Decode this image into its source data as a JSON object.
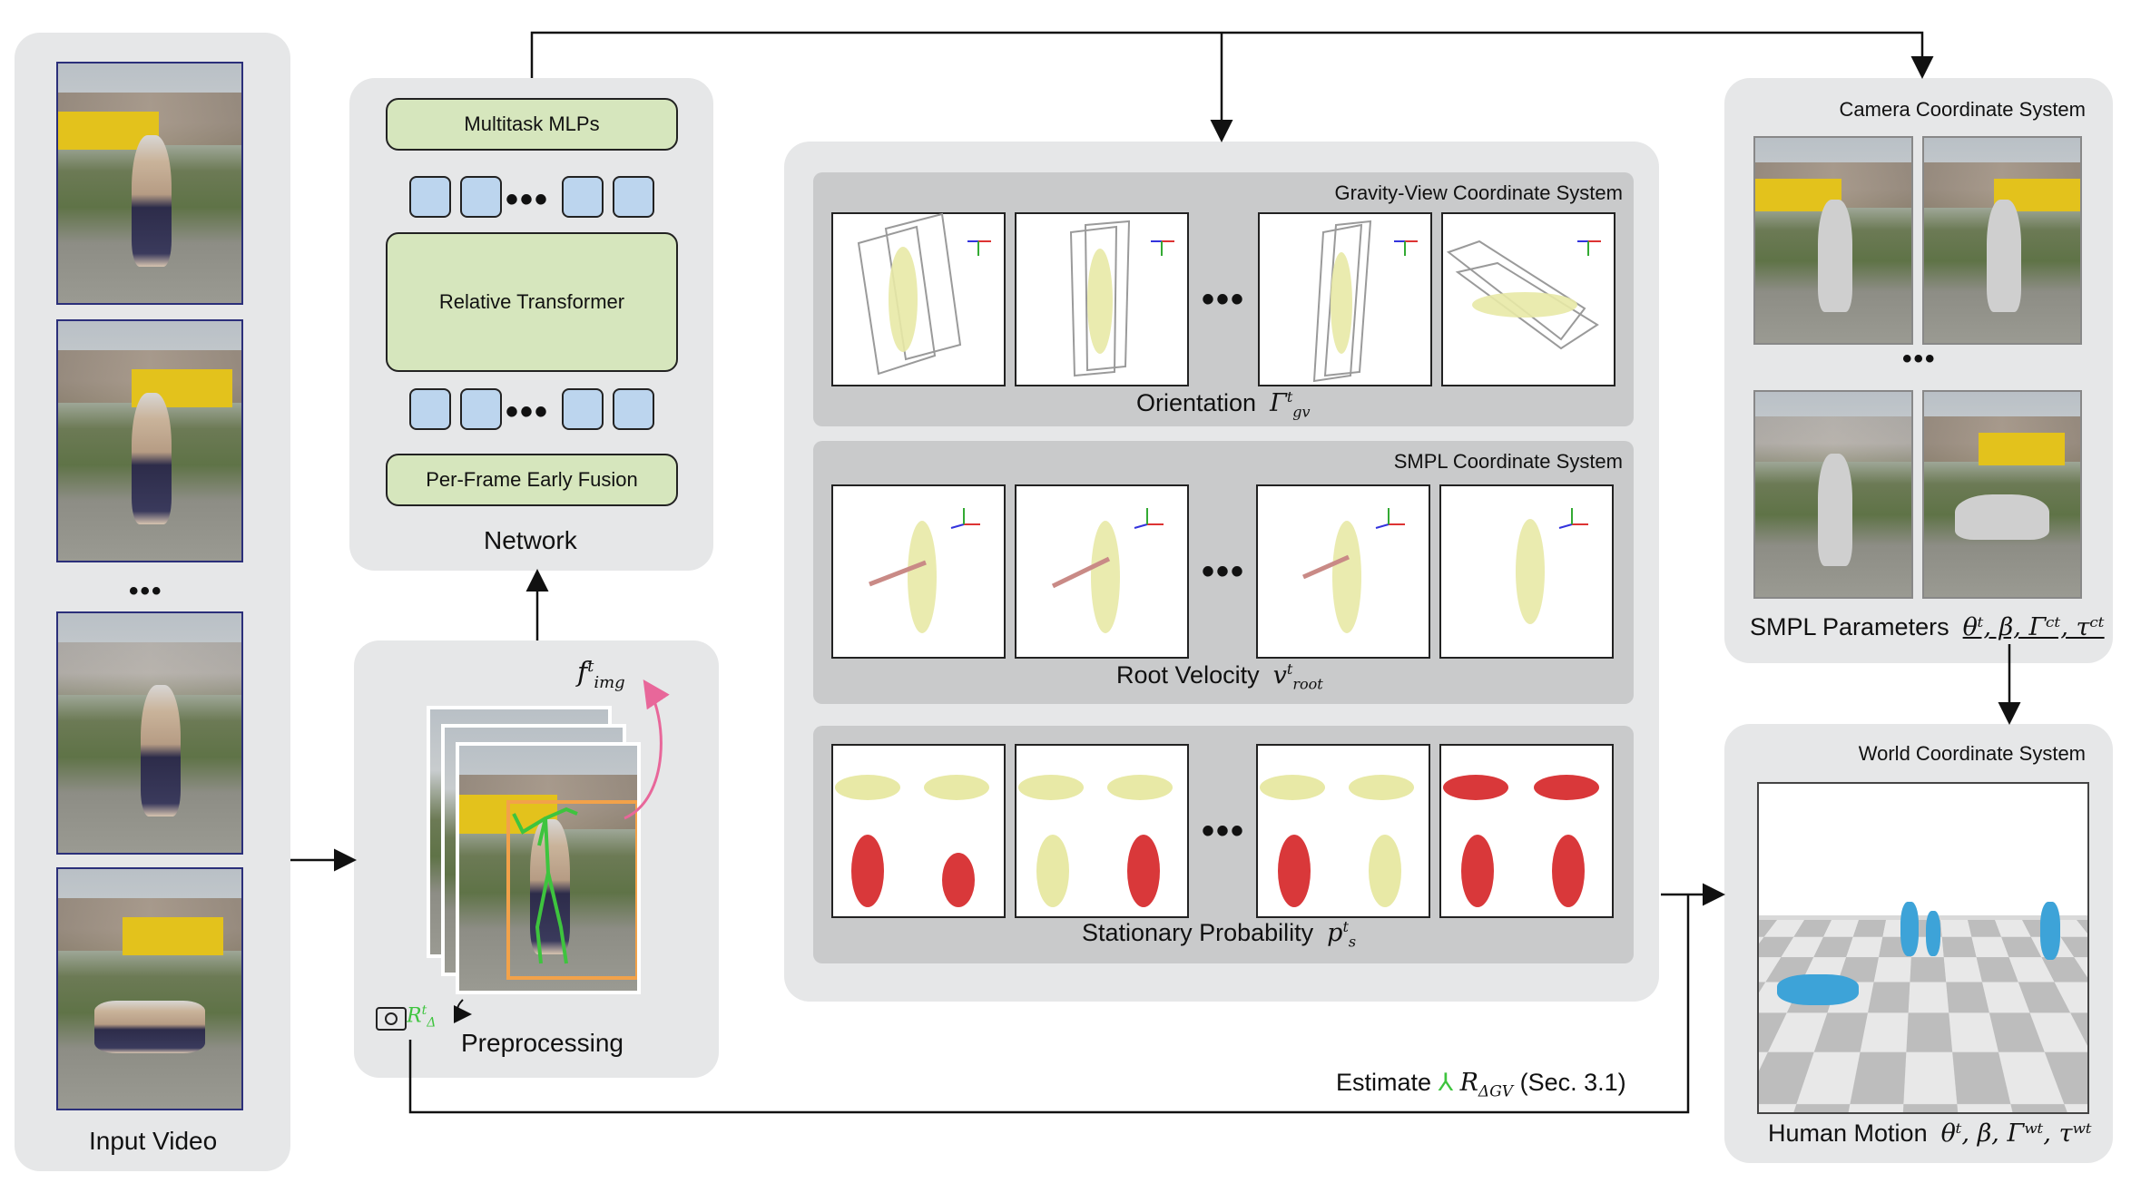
{
  "input_video": {
    "label": "Input Video",
    "ellipsis": "•••"
  },
  "network": {
    "label": "Network",
    "multitask": "Multitask MLPs",
    "transformer": "Relative Transformer",
    "fusion": "Per-Frame Early Fusion",
    "ellipsis": "•••"
  },
  "preprocessing": {
    "label": "Preprocessing",
    "feature_symbol": "f",
    "feature_sup": "t",
    "feature_sub": "img",
    "rot_symbol": "R",
    "rot_sup": "t",
    "rot_sub": "Δ"
  },
  "gv": {
    "title": "Gravity-View Coordinate System",
    "caption": "Orientation",
    "symbol": "Γ",
    "sup": "t",
    "sub": "gv",
    "ellipsis": "•••"
  },
  "smpl": {
    "title": "SMPL Coordinate System",
    "caption": "Root Velocity",
    "symbol": "v",
    "sup": "t",
    "sub": "root",
    "ellipsis": "•••"
  },
  "stationary": {
    "caption": "Stationary Probability",
    "symbol": "p",
    "sup": "t",
    "sub": "s",
    "ellipsis": "•••"
  },
  "camera": {
    "title": "Camera Coordinate System",
    "caption": "SMPL Parameters",
    "params": "θᵗ, β, Γᶜᵗ, τᶜᵗ",
    "ellipsis": "•••"
  },
  "world": {
    "title": "World Coordinate System",
    "caption": "Human Motion",
    "params": "θᵗ, β, Γʷᵗ, τʷᵗ"
  },
  "estimate": {
    "label": "Estimate",
    "symbol": "R",
    "sub": "ΔGV",
    "ref": "(Sec. 3.1)"
  },
  "colors": {
    "panel": "#e6e7e8",
    "subpanel": "#c9cacb",
    "mlp_green": "#d6e6bd",
    "token_blue": "#bcd5ee",
    "mesh_yellow": "#e8e9a6",
    "contact_red": "#d9383a",
    "human_blue": "#3da3d8",
    "bbox_orange": "#f2a24a",
    "skeleton_green": "#3ec43e",
    "arrow_pink": "#e8679a"
  }
}
